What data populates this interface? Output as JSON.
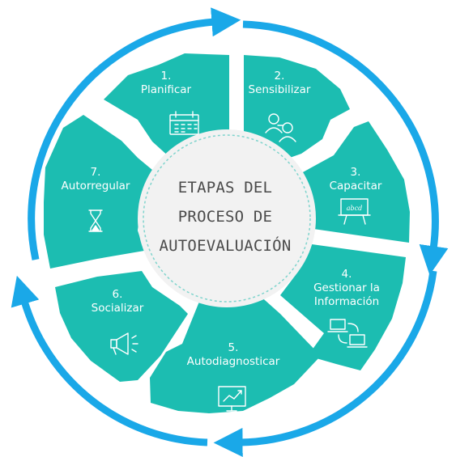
{
  "title_lines": [
    "ETAPAS DEL",
    "PROCESO DE",
    "AUTOEVALUACIÓN"
  ],
  "stages": [
    {
      "number": "1.",
      "lines": [
        "Planificar"
      ],
      "icon": "calendar-icon"
    },
    {
      "number": "2.",
      "lines": [
        "Sensibilizar"
      ],
      "icon": "people-icon"
    },
    {
      "number": "3.",
      "lines": [
        "Capacitar"
      ],
      "icon": "easel-board-icon"
    },
    {
      "number": "4.",
      "lines": [
        "Gestionar la",
        "Información"
      ],
      "icon": "two-laptops-exchange-icon"
    },
    {
      "number": "5.",
      "lines": [
        "Autodiagnosticar"
      ],
      "icon": "line-chart-board-icon"
    },
    {
      "number": "6.",
      "lines": [
        "Socializar"
      ],
      "icon": "megaphone-icon"
    },
    {
      "number": "7.",
      "lines": [
        "Autorregular"
      ],
      "icon": "hourglass-icon"
    }
  ],
  "board_text": "abcd",
  "colors": {
    "segment": "#1cbdb1",
    "arrow": "#1aa8e8",
    "center_fill": "#f2f2f2",
    "center_border": "#7fd4cd",
    "text": "#ffffff",
    "title": "#4a4a4a"
  }
}
